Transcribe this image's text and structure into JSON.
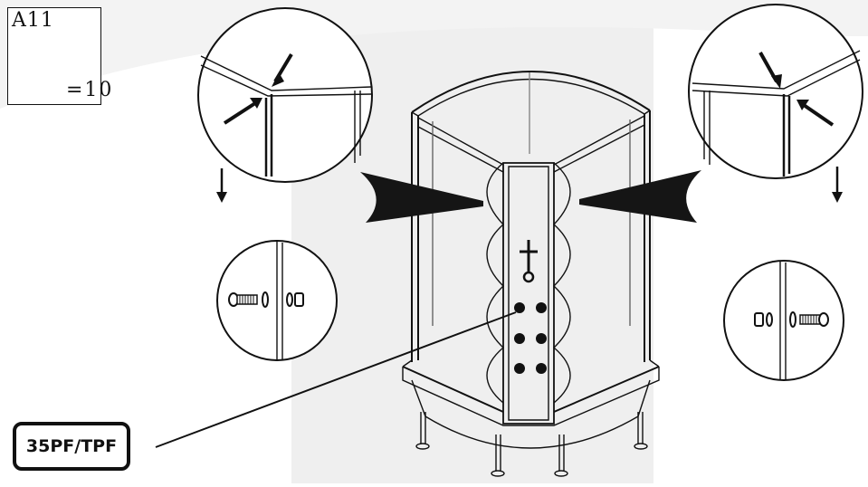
{
  "part": {
    "code": "A11",
    "quantity": "=10",
    "icons": [
      "screw-icon",
      "washer-icon",
      "nut-icon"
    ]
  },
  "model": {
    "label": "35PF/TPF"
  },
  "colors": {
    "line": "#111111",
    "background_band": "#efefef",
    "arrow_fill": "#151515"
  }
}
